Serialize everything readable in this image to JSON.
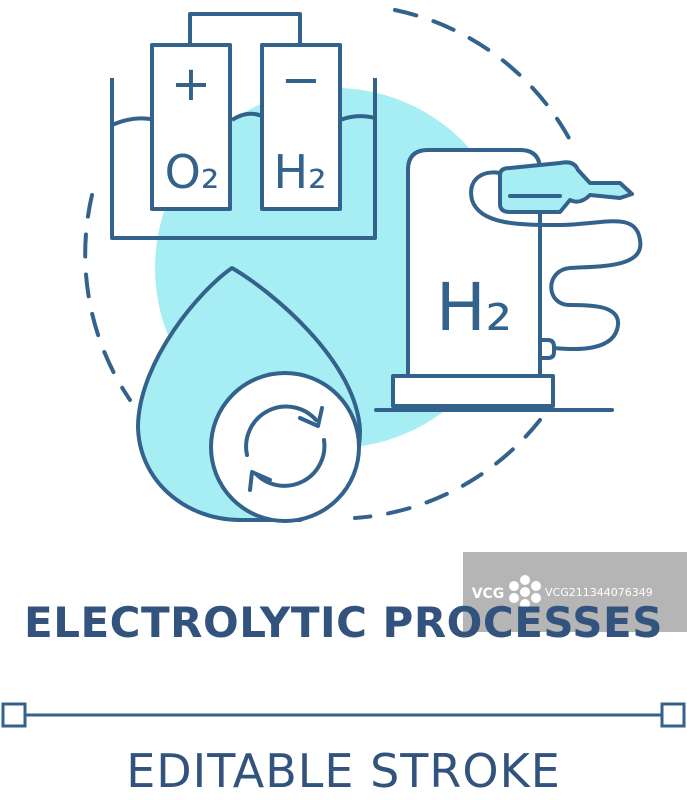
{
  "colors": {
    "stroke": "#33628c",
    "accent": "#a6eef4",
    "text": "#32537d",
    "background": "#ffffff"
  },
  "icon": {
    "anode_sign": "+",
    "cathode_sign": "−",
    "anode_label": "O₂",
    "cathode_label": "H₂",
    "pump_label": "H₂"
  },
  "title": "ELECTROLYTIC PROCESSES",
  "subtitle": "EDITABLE STROKE",
  "watermark": {
    "logo": "VCG",
    "id": "VCG211344076349"
  }
}
